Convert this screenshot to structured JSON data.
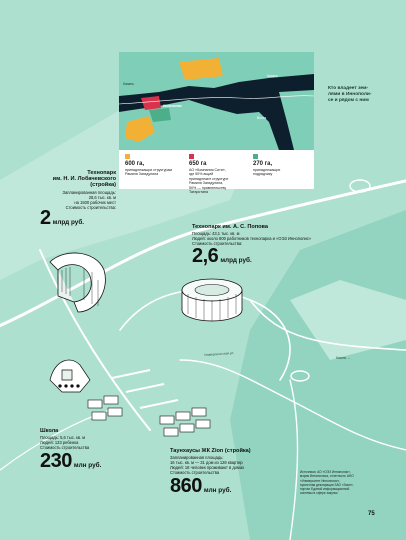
{
  "map": {
    "kazan": "Казань",
    "innopolis": "Иннополис",
    "volga": "Волга",
    "road_kazan_sw": "Казань",
    "road_kazan": "Казань →",
    "road_label": "Университетская ул."
  },
  "legend": [
    {
      "area": "600 га,",
      "text": [
        "принадлежащих структурам",
        "Рамиля Загидулина"
      ],
      "color": "#f2b134"
    },
    {
      "area": "650 га",
      "text": [
        "АО «Компания Сити»,",
        "где 50% акций",
        "принадлежит структуре",
        "Рамиля Загидулина,",
        "50% — правительству",
        "Татарстана"
      ],
      "color": "#d9324b"
    },
    {
      "area": "270 га,",
      "text": [
        "принадлежащих",
        "подрядчику"
      ],
      "color": "#4caf8a"
    }
  ],
  "side_question": [
    "Кто владеет зем-",
    "лями в Иннополи-",
    "се и рядом с ним"
  ],
  "lobachevsky": {
    "title": [
      "Технопарк",
      "им. Н. И. Лобачевского",
      "(стройка)"
    ],
    "lines": [
      "Запланированная площадь:",
      "28,6 тыс. кв. м",
      "на 1500 рабочих мест",
      "Стоимость строительства:"
    ],
    "value": "2",
    "unit": "млрд руб."
  },
  "popov": {
    "title": "Технопарк им. А. С. Попова",
    "lines": [
      "Площадь: 43,1 тыс. кв. м",
      "Людей: около 800 работников технопарка и «ОЭЗ Иннополис»",
      "Стоимость строительства:"
    ],
    "value": "2,6",
    "unit": "млрд руб."
  },
  "school": {
    "title": "Школа",
    "lines": [
      "Площадь: 5,6 тыс. кв. м",
      "Людей: 133 ребенка",
      "Стоимость строительства"
    ],
    "value": "230",
    "unit": "млн руб."
  },
  "townhouses": {
    "title": "Таунхаусы ЖК Zion (стройка)",
    "lines": [
      "Запланированная площадь:",
      "16 тыс. кв. м — 31 дом из 128 квартир",
      "Людей: 18 человек проживают в домах",
      "Стоимость строительства"
    ],
    "value": "860",
    "unit": "млн руб."
  },
  "sources": [
    "Источники: АО «ОЭЗ Иннополис»,",
    "мэрия Иннополиса, отчетность АНО",
    "«Университет Иннополис»,",
    "проектная декларация ЗАО «Зион»,",
    "портал Единой информационной",
    "системы в сфере закупок"
  ],
  "page_number": "75",
  "colors": {
    "background": "#aee0cf",
    "road": "#ffffff",
    "river": "#0d1f2d",
    "land": "#7fcfb8",
    "orange": "#f2b134",
    "red": "#d9324b",
    "green": "#4caf8a"
  }
}
